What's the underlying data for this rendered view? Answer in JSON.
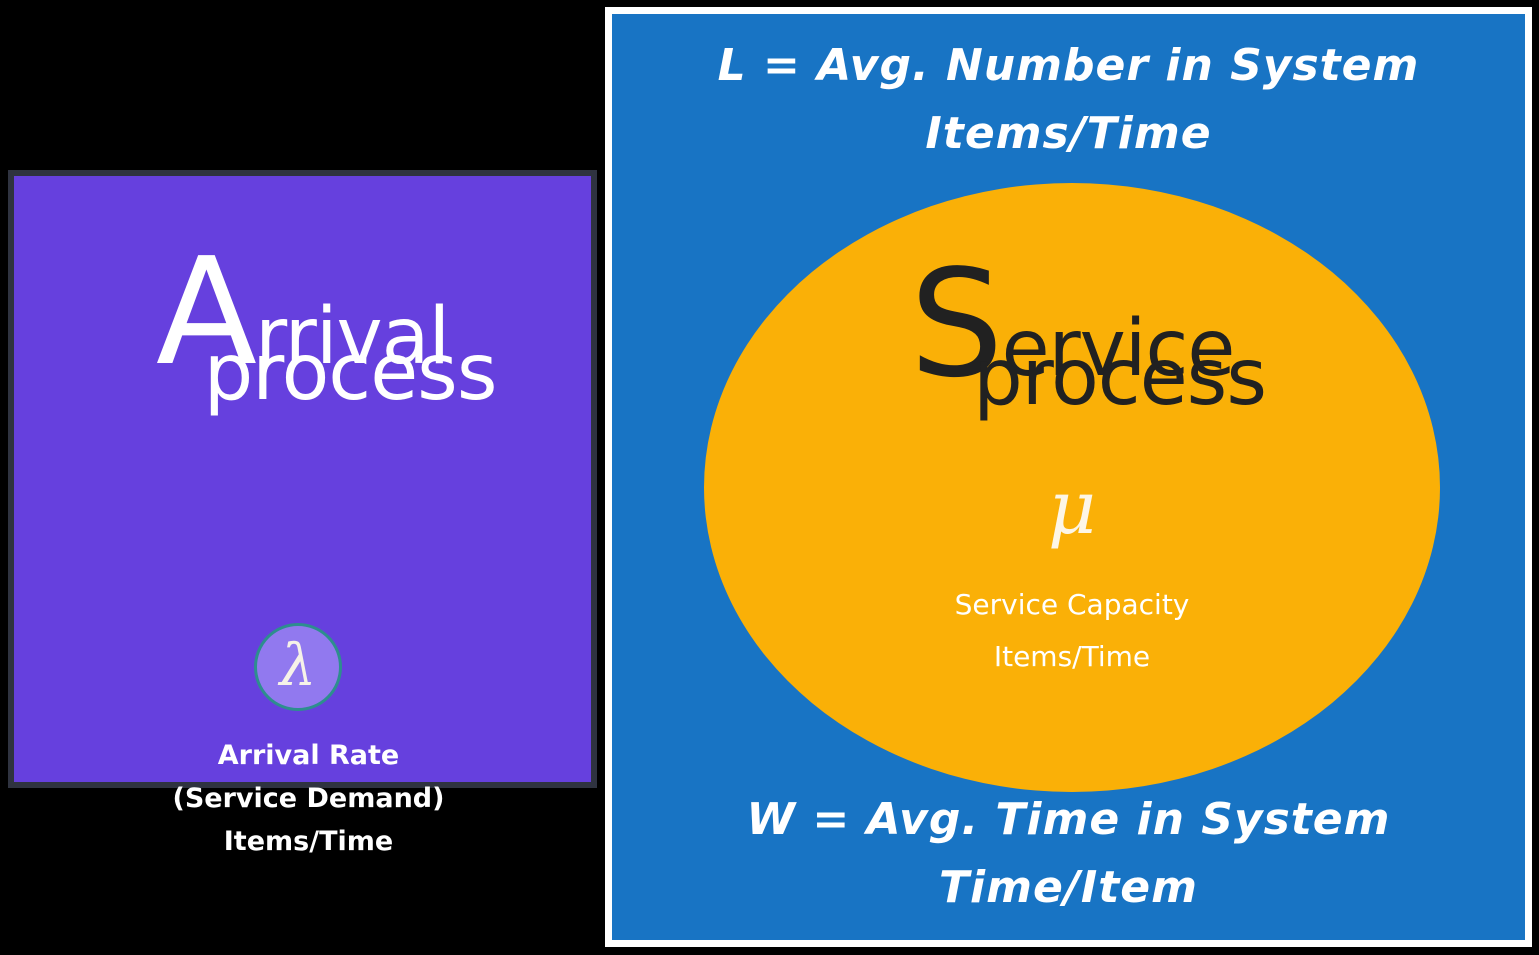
{
  "diagram": {
    "title": "Queueing system: arrival process and service process",
    "background_color": "#000000"
  },
  "arrival_box": {
    "fill_color": "#6640DE",
    "border_color": "#2F3340",
    "title": {
      "initial": "A",
      "line1_rest": "rrival",
      "line2_rest": "process",
      "full": "Arrival process",
      "text_color": "#FFFFFF"
    },
    "badge": {
      "symbol": "λ",
      "symbol_name": "lambda",
      "fill_color": "#9179EF",
      "border_color": "#2D8E8E"
    },
    "caption": {
      "line1": "Arrival Rate",
      "line2": "(Service Demand)",
      "line3": "Items/Time",
      "text_color": "#FFFFFF"
    }
  },
  "service_box": {
    "fill_color": "#1874C4",
    "border_color": "#FFFFFF",
    "little_law_top": {
      "line1": "L = Avg. Number in System",
      "line2": "Items/Time",
      "text_color": "#FFFFFF"
    },
    "little_law_bottom": {
      "line1": "W = Avg. Time in System",
      "line2": "Time/Item",
      "text_color": "#FFFFFF"
    },
    "ellipse": {
      "fill_color": "#FAB007",
      "title": {
        "initial": "S",
        "line1_rest": "ervice",
        "line2_rest": "process",
        "full": "Service process",
        "text_color": "#212121"
      },
      "badge": {
        "symbol": "μ",
        "symbol_name": "mu",
        "text_color": "#FDF6E6"
      },
      "caption": {
        "line1": "Service Capacity",
        "line2": "Items/Time",
        "text_color": "#FFFFFF"
      }
    }
  }
}
